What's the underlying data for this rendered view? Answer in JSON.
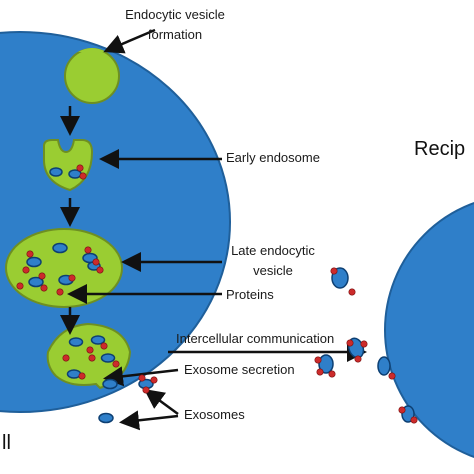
{
  "colors": {
    "cell_fill": "#2f7fc9",
    "cell_stroke": "#1f5f9a",
    "vesicle_fill": "#9acd32",
    "vesicle_stroke": "#6e8f22",
    "exosome_fill": "#2f7fc9",
    "protein_fill": "#cc2b2b",
    "arrow": "#111111"
  },
  "icons": {
    "arrow": "arrow-icon",
    "protein": "protein-dot-icon",
    "exosome": "exosome-icon"
  },
  "labels": {
    "endocytic_vesicle_line1": "Endocytic vesicle",
    "endocytic_vesicle_line2": "formation",
    "early_endosome": "Early endosome",
    "late_endocytic_line1": "Late endocytic",
    "late_endocytic_line2": "vesicle",
    "proteins": "Proteins",
    "intercellular_communication": "Intercellular communication",
    "exosome_secretion": "Exosome secretion",
    "exosomes": "Exosomes",
    "recipient_cell": "Recip",
    "source_cell": "ll"
  }
}
